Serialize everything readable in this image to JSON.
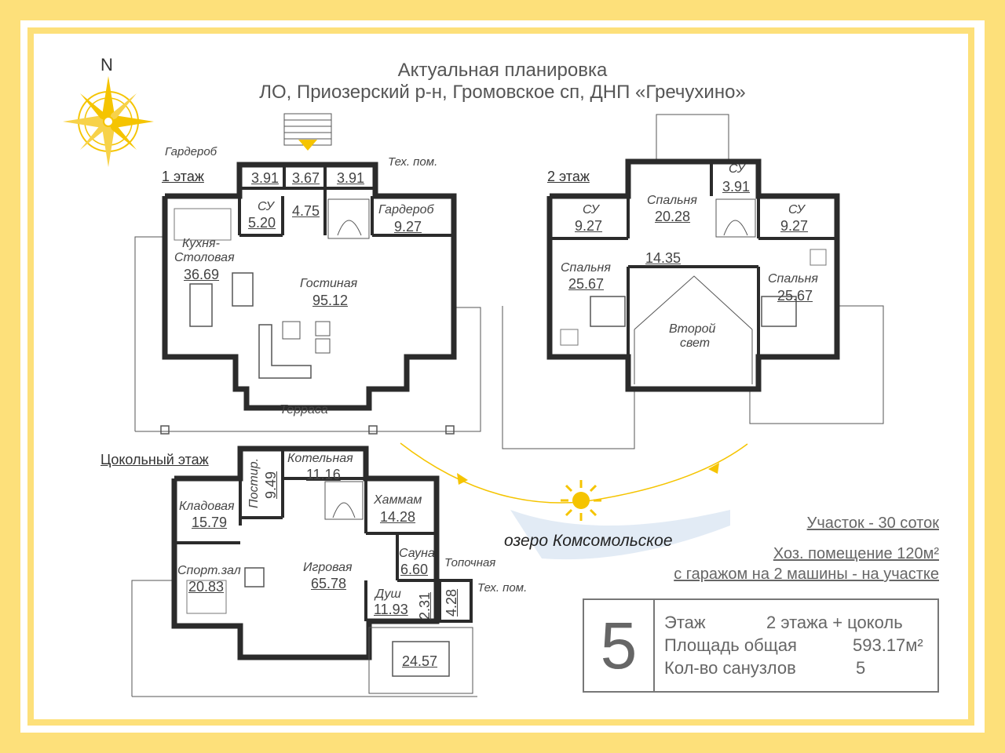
{
  "title": {
    "line1": "Актуальная планировка",
    "line2": "ЛО, Приозерский р-н, Громовское сп, ДНП «Гречухино»"
  },
  "compass": {
    "label": "N"
  },
  "floor1": {
    "label": "1 этаж",
    "rooms": {
      "gard_top": "Гардероб",
      "tech_top": "Тех. пом.",
      "r391a": "3.91",
      "r367": "3.67",
      "r391b": "3.91",
      "su": "СУ",
      "su_area": "5.20",
      "r475": "4.75",
      "gard2": "Гардероб",
      "gard2_area": "9.27",
      "kitchen1": "Кухня-",
      "kitchen2": "Столовая",
      "kitchen_area": "36.69",
      "living": "Гостиная",
      "living_area": "95.12",
      "terrace": "Терраса"
    }
  },
  "floor2": {
    "label": "2 этаж",
    "rooms": {
      "su_left": "СУ",
      "su_left_area": "9.27",
      "bed_top": "Спальня",
      "bed_top_area": "20.28",
      "su_mid": "СУ",
      "su_mid_area": "3.91",
      "su_right": "СУ",
      "su_right_area": "9.27",
      "hall_area": "14.35",
      "bed_left": "Спальня",
      "bed_left_area": "25.67",
      "bed_right": "Спальня",
      "bed_right_area": "25.67",
      "second_light1": "Второй",
      "second_light2": "свет"
    }
  },
  "basement": {
    "label": "Цокольный этаж",
    "rooms": {
      "pantry_v": "Постир.",
      "pantry_v_area": "9.49",
      "boiler": "Котельная",
      "boiler_area": "11.16",
      "storage": "Кладовая",
      "storage_area": "15.79",
      "hammam": "Хаммам",
      "hammam_area": "14.28",
      "gym": "Спорт.зал",
      "gym_area": "20.83",
      "play": "Игровая",
      "play_area": "65.78",
      "sauna": "Сауна",
      "sauna_area": "6.60",
      "furnace": "Топочная",
      "tech": "Тех. пом.",
      "shower": "Душ",
      "shower_area": "11.93",
      "r231": "2.31",
      "r428": "4.28",
      "pool_area": "24.57"
    }
  },
  "lake": "озеро Комсомольское",
  "info": {
    "plot": "Участок - 30 соток",
    "outbuilding": "Хоз. помещение 120м²",
    "garage": "с гаражом на 2 машины - на участке",
    "number": "5",
    "floors_label": "Этаж",
    "floors_value": "2 этажа + цоколь",
    "area_label": "Площадь общая",
    "area_value": "593.17м²",
    "bath_label": "Кол-во санузлов",
    "bath_value": "5"
  },
  "colors": {
    "frame": "#fde07a",
    "wall": "#2b2b2b",
    "sun": "#f5c400",
    "text": "#555555"
  }
}
